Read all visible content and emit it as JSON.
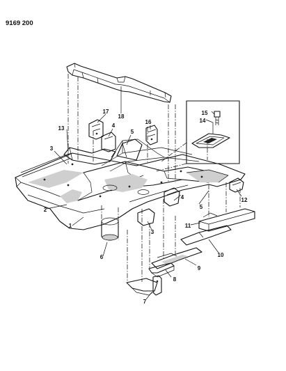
{
  "figure_code": "9169 200",
  "callouts": [
    "1",
    "2",
    "3",
    "3",
    "4",
    "4",
    "5",
    "5",
    "6",
    "7",
    "8",
    "9",
    "10",
    "11",
    "12",
    "13",
    "14",
    "15",
    "16",
    "17",
    "18"
  ]
}
